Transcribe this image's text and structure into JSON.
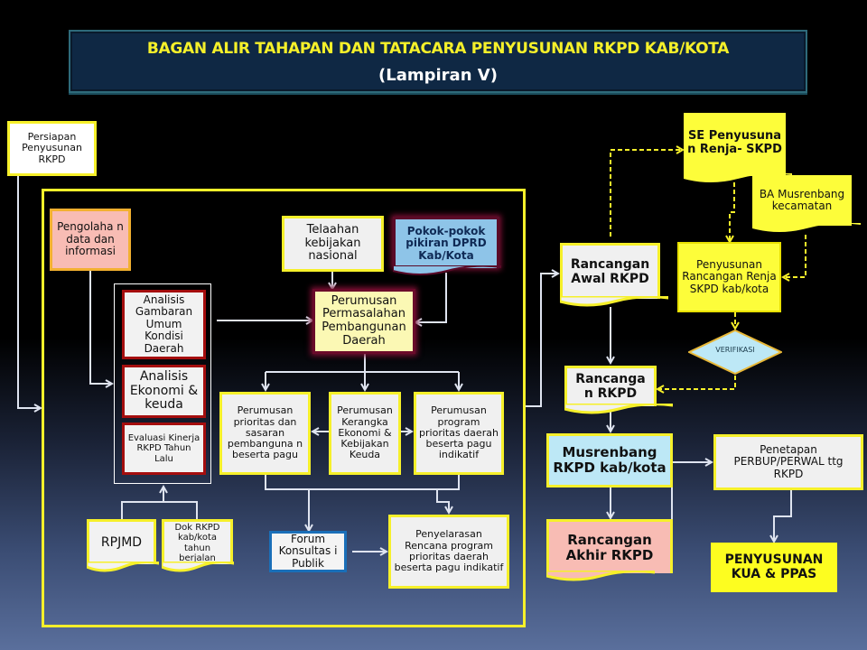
{
  "title": {
    "main": "BAGAN ALIR TAHAPAN DAN TATACARA PENYUSUNAN RKPD KAB/KOTA",
    "sub": "(Lampiran V)"
  },
  "colors": {
    "frame_yellow": "#f6f02a",
    "title_yellow": "#f5f02a",
    "banner_bg": "#0f2844",
    "pink": "#f8bcb4",
    "light_blue": "#bde8f6",
    "doc_blue": "#8ec4e8",
    "dark_red_border": "#a50e0e",
    "connector": "#dfe4f0",
    "dashed_connector": "#f6f02a"
  },
  "nodes": {
    "persiapan": "Persiapan Penyusunan RKPD",
    "pengolahan": "Pengolaha n data dan informasi",
    "analisis_gambaran": "Analisis Gambaran Umum Kondisi Daerah",
    "analisis_ekonomi": "Analisis Ekonomi & keuda",
    "evaluasi": "Evaluasi Kinerja RKPD Tahun Lalu",
    "telaahan": "Telaahan kebijakan nasional",
    "pokok_pikiran": "Pokok-pokok pikiran DPRD Kab/Kota",
    "perumusan_permasalahan": "Perumusan Permasalahan Pembangunan Daerah",
    "perumusan_prioritas": "Perumusan prioritas dan sasaran pembanguna n beserta pagu",
    "perumusan_kerangka": "Perumusan Kerangka Ekonomi & Kebijakan Keuda",
    "perumusan_program": "Perumusan program prioritas daerah beserta pagu indikatif",
    "rpjmd": "RPJMD",
    "dok_rkpd": "Dok RKPD kab/kota tahun berjalan",
    "forum": "Forum Konsultas i Publik",
    "penyelarasan": "Penyelarasan Rencana program prioritas daerah beserta pagu indikatif",
    "se_penyusunan": "SE Penyusuna n Renja- SKPD",
    "ba_musrenbang": "BA Musrenbang kecamatan",
    "rancangan_awal": "Rancangan Awal RKPD",
    "penyusunan_renja": "Penyusunan Rancangan Renja SKPD kab/kota",
    "verifikasi": "VERIFIKASI",
    "rancangan_rkpd": "Rancanga n RKPD",
    "musrenbang_rkpd": "Musrenbang RKPD kab/kota",
    "penetapan": "Penetapan PERBUP/PERWAL ttg RKPD",
    "rancangan_akhir": "Rancangan Akhir RKPD",
    "penyusunan_kua": "PENYUSUNAN KUA & PPAS"
  }
}
